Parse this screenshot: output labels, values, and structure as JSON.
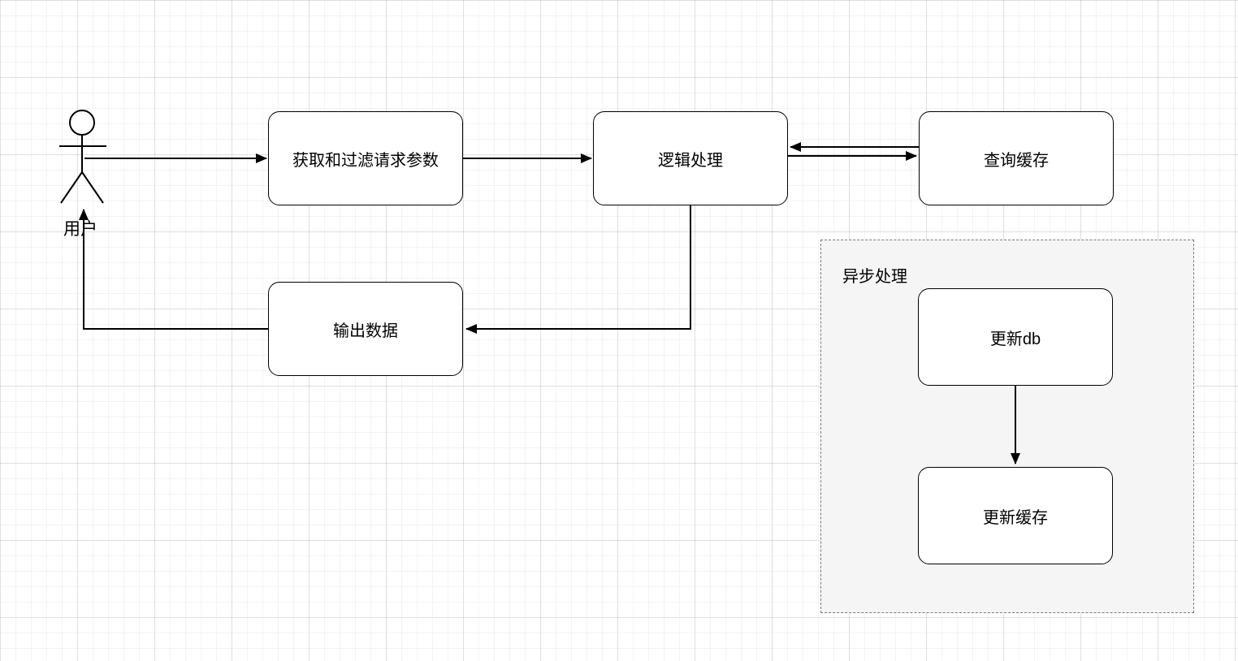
{
  "diagram": {
    "title": "request-flow-diagram",
    "actor": {
      "label": "用户"
    },
    "nodes": [
      {
        "id": "get-params",
        "label": "获取和过滤请求参数"
      },
      {
        "id": "logic",
        "label": "逻辑处理"
      },
      {
        "id": "query-cache",
        "label": "查询缓存"
      },
      {
        "id": "output-data",
        "label": "输出数据"
      },
      {
        "id": "update-db",
        "label": "更新db"
      },
      {
        "id": "update-cache",
        "label": "更新缓存"
      }
    ],
    "group": {
      "id": "async",
      "label": "异步处理"
    },
    "edges": [
      {
        "from": "用户",
        "to": "获取和过滤请求参数",
        "direction": "right"
      },
      {
        "from": "获取和过滤请求参数",
        "to": "逻辑处理",
        "direction": "right"
      },
      {
        "from": "查询缓存",
        "to": "逻辑处理",
        "direction": "left"
      },
      {
        "from": "逻辑处理",
        "to": "查询缓存",
        "direction": "right"
      },
      {
        "from": "逻辑处理",
        "to": "输出数据",
        "direction": "down-left"
      },
      {
        "from": "输出数据",
        "to": "用户",
        "direction": "left-up"
      },
      {
        "from": "更新db",
        "to": "更新缓存",
        "direction": "down"
      }
    ],
    "colors": {
      "stroke": "#000000",
      "node_fill": "#ffffff",
      "group_fill": "#f5f5f5",
      "grid_line": "#ebebeb"
    }
  }
}
